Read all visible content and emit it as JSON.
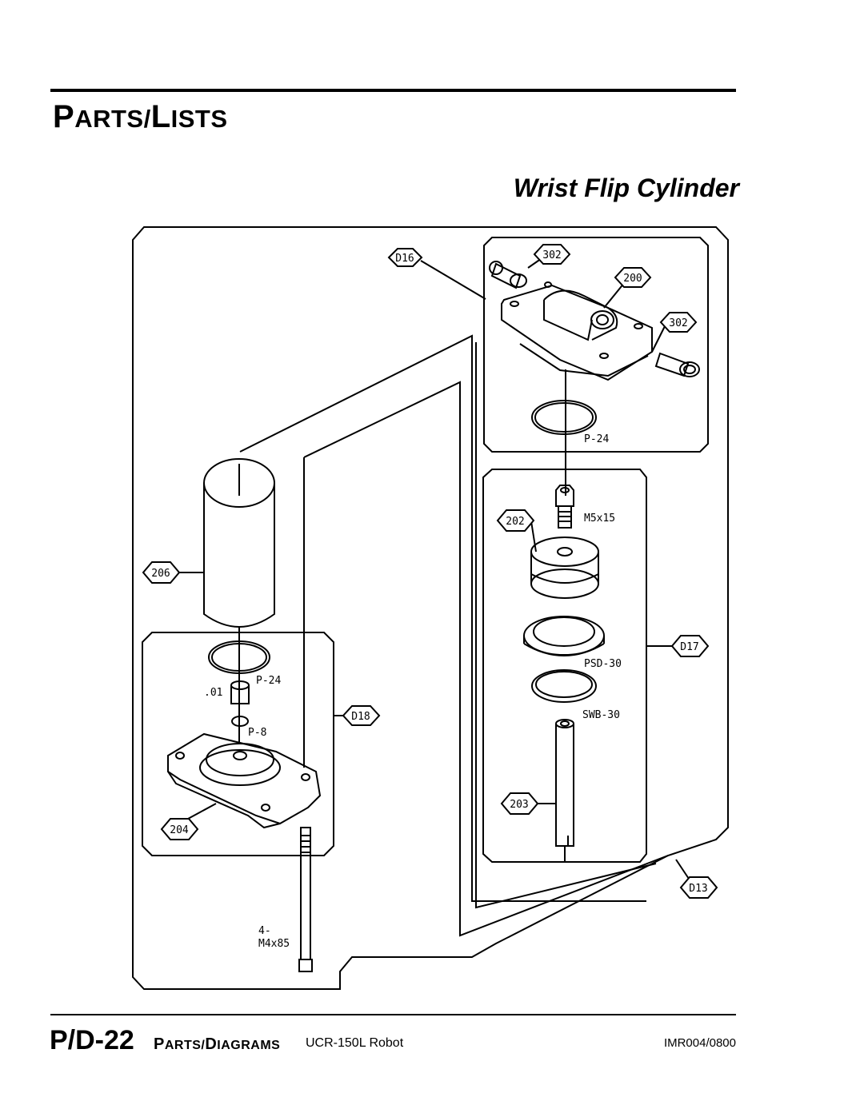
{
  "header": {
    "section_title_first_big": "P",
    "section_title_first_small": "ARTS/",
    "section_title_second_big": "L",
    "section_title_second_small": "ISTS",
    "diagram_title": "Wrist Flip Cylinder"
  },
  "callouts": {
    "d16": "D16",
    "p302_top": "302",
    "p200": "200",
    "p302_right": "302",
    "p24_top": "P-24",
    "p202": "202",
    "m5x15": "M5x15",
    "p206": "206",
    "d17": "D17",
    "psd30": "PSD-30",
    "swb30": "SWB-30",
    "p24_left": "P-24",
    "p201": ".01",
    "d18": "D18",
    "p8": "P-8",
    "p203": "203",
    "p204": "204",
    "d13": "D13",
    "bolt_qty": "4-",
    "bolt_size": "M4x85"
  },
  "footer": {
    "page_code": "P/D-22",
    "section_first_big": "P",
    "section_first_small": "ARTS/",
    "section_second_big": "D",
    "section_second_small": "IAGRAMS",
    "model": "UCR-150L Robot",
    "doc_number": "IMR004/0800"
  }
}
